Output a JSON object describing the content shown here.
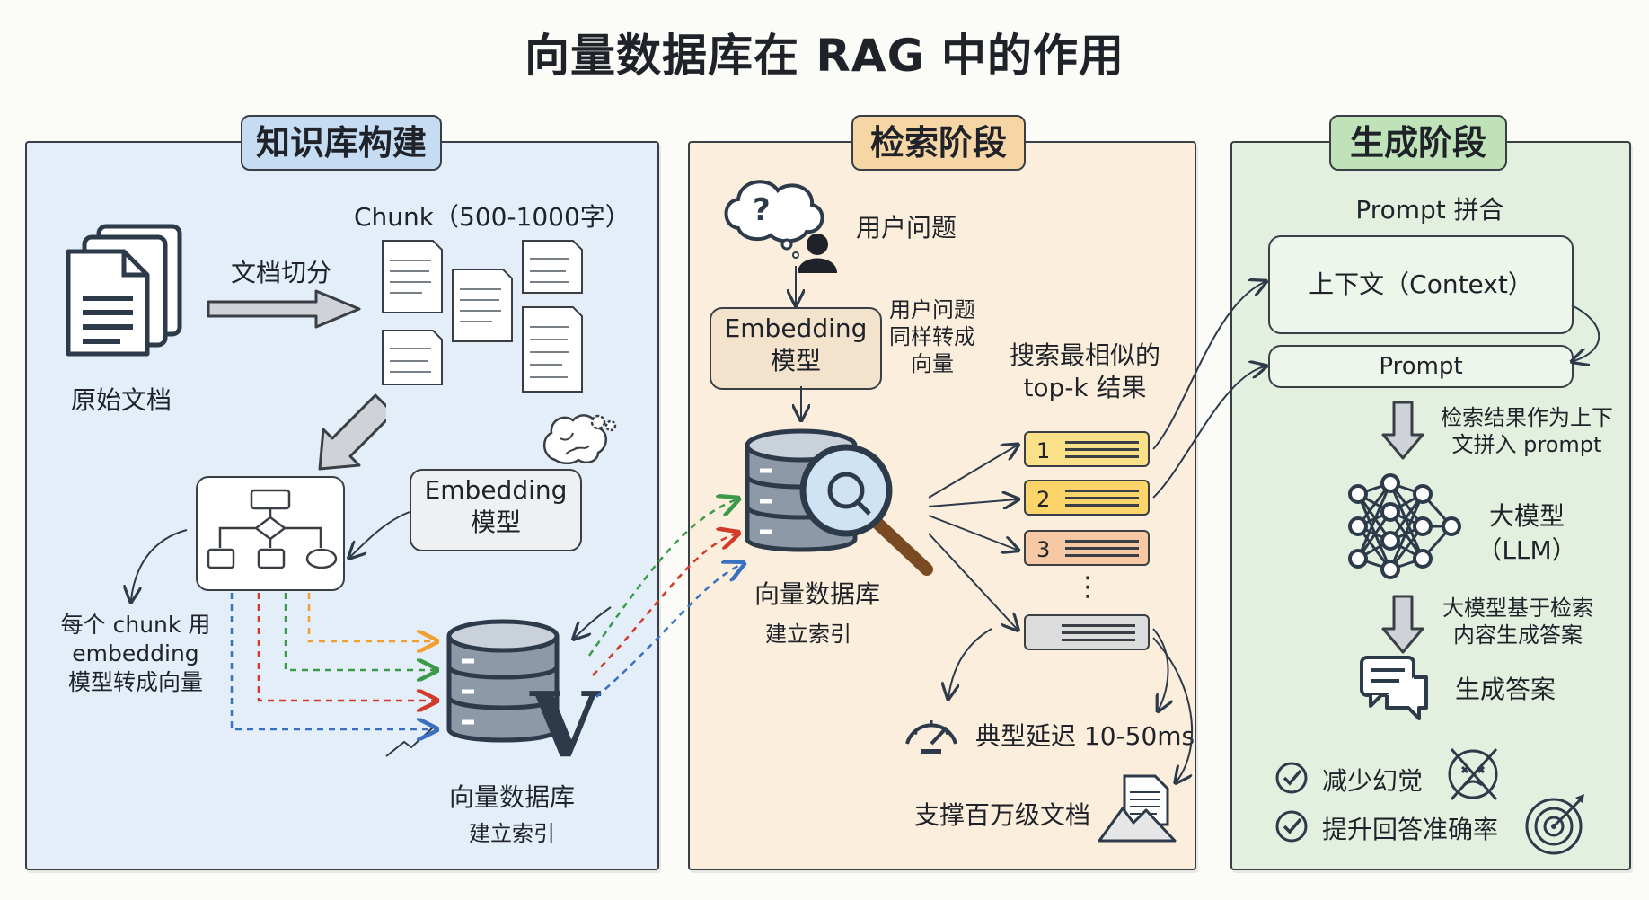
{
  "title": "向量数据库在 RAG 中的作用",
  "colors": {
    "kb_panel": "#e4eef9",
    "retrieval_panel": "#fbeedc",
    "generation_panel": "#e3f0df",
    "arrow_orange": "#f0a030",
    "arrow_green": "#3a9a4a",
    "arrow_red": "#d23a2a",
    "arrow_blue": "#3a70c0"
  },
  "kb": {
    "title": "知识库构建",
    "chunk_label": "Chunk（500-1000字）",
    "split_label": "文档切分",
    "raw_doc_label": "原始文档",
    "embedding_model": "Embedding\n模型",
    "embed_desc": "每个 chunk 用\nembedding\n模型转成向量",
    "vdb_label": "向量数据库",
    "vdb_sub": "建立索引",
    "vdb_letter": "V"
  },
  "retrieval": {
    "title": "检索阶段",
    "user_question": "用户问题",
    "embedding_model": "Embedding\n模型",
    "question_note": "用户问题\n同样转成\n向量",
    "search_label": "搜索最相似的\ntop-k 结果",
    "vdb_label": "向量数据库",
    "vdb_sub": "建立索引",
    "ranks": [
      "1",
      "2",
      "3"
    ],
    "latency": "典型延迟 10-50ms",
    "scale": "支撑百万级文档",
    "question_mark": "?",
    "ellipsis": "⋮"
  },
  "generation": {
    "title": "生成阶段",
    "prompt_concat": "Prompt 拼合",
    "context_box": "上下文（Context）",
    "prompt_box": "Prompt",
    "concat_note": "检索结果作为上下\n文拼入 prompt",
    "llm_label": "大模型\n（LLM）",
    "answer_note": "大模型基于检索\n内容生成答案",
    "answer_label": "生成答案",
    "benefits": [
      "减少幻觉",
      "提升回答准确率"
    ]
  }
}
